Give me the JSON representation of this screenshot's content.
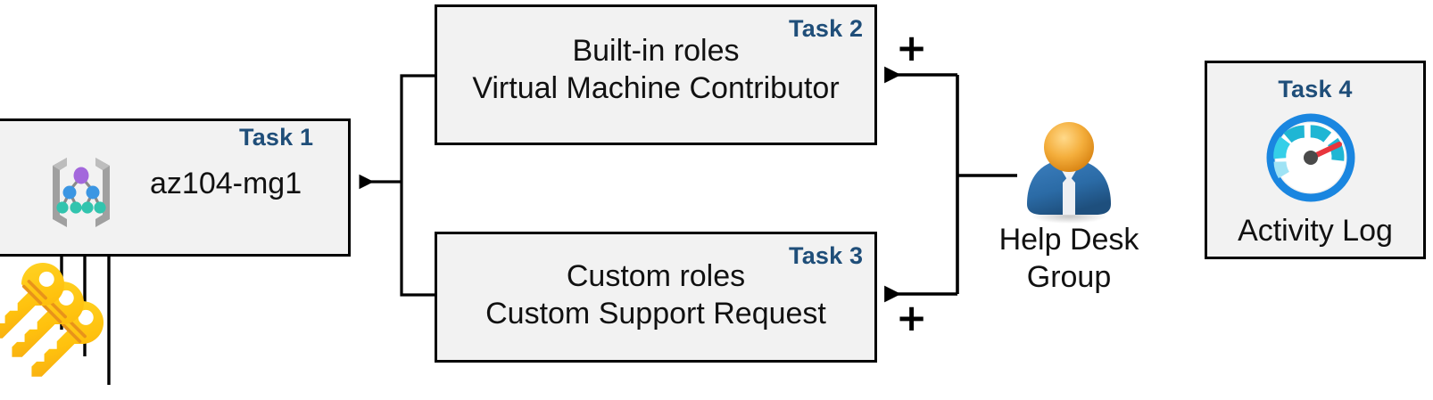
{
  "diagram": {
    "title": "Azure RBAC task diagram",
    "background_color": "#FFFFFF",
    "box_fill": "#F2F2F2",
    "box_border": "#000000",
    "task_label_color": "#1F4E79",
    "connector_color": "#000000"
  },
  "boxes": [
    {
      "id": "task1",
      "task_label": "Task 1",
      "text_line1": "az104-mg1",
      "text_line2": "",
      "icon": "management-group-icon"
    },
    {
      "id": "task2",
      "task_label": "Task 2",
      "text_line1": "Built-in roles",
      "text_line2": "Virtual Machine Contributor",
      "icon": ""
    },
    {
      "id": "task3",
      "task_label": "Task 3",
      "text_line1": "Custom roles",
      "text_line2": "Custom Support Request",
      "icon": ""
    },
    {
      "id": "task4",
      "task_label": "Task 4",
      "text_line1": "Activity Log",
      "text_line2": "",
      "icon": "activity-log-gauge-icon"
    }
  ],
  "actors": [
    {
      "id": "help-desk-group",
      "label_line1": "Help Desk",
      "label_line2": "Group",
      "icon": "user-group-icon"
    }
  ],
  "decorations": {
    "plus_top": "+",
    "plus_bottom": "+",
    "keys_icon": "three-keys-icon"
  },
  "icon_colors": {
    "mg_bracket": "#A0A0A0",
    "mg_root_node": "#A367DC",
    "mg_mid_node": "#3B96E3",
    "mg_leaf_node": "#32C4AE",
    "gauge_ring": "#1A86E0",
    "gauge_needle": "#E8353D",
    "gauge_hub": "#4A4A4A",
    "gauge_seg_dark": "#1FB6D4",
    "gauge_seg_mid": "#35CFE8",
    "gauge_seg_light": "#9FE3F5",
    "user_head": "#F0A82E",
    "user_body": "#2E6DA8",
    "key_body": "#FFC20E",
    "key_shade": "#F7A823"
  }
}
